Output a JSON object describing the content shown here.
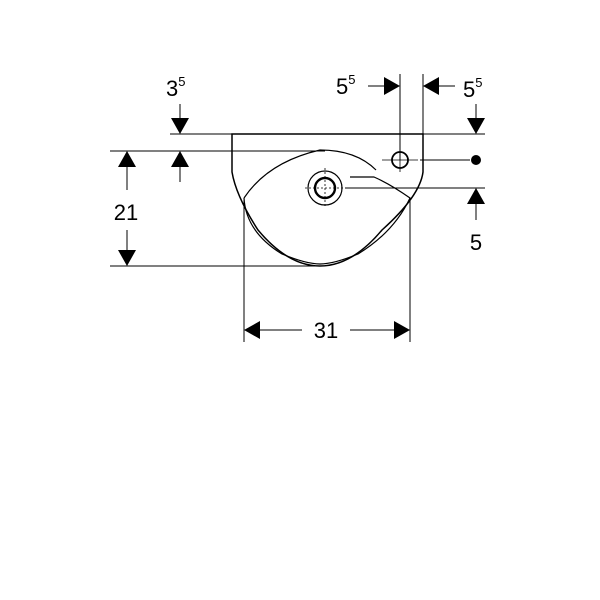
{
  "drawing": {
    "dimensions": {
      "top_left": {
        "base": "3",
        "sup": "5"
      },
      "top_mid": {
        "base": "5",
        "sup": "5"
      },
      "top_right": {
        "base": "5",
        "sup": "5"
      },
      "depth": "21",
      "right_offset": "5",
      "width": "31"
    },
    "colors": {
      "line": "#000000",
      "background": "#ffffff"
    }
  }
}
